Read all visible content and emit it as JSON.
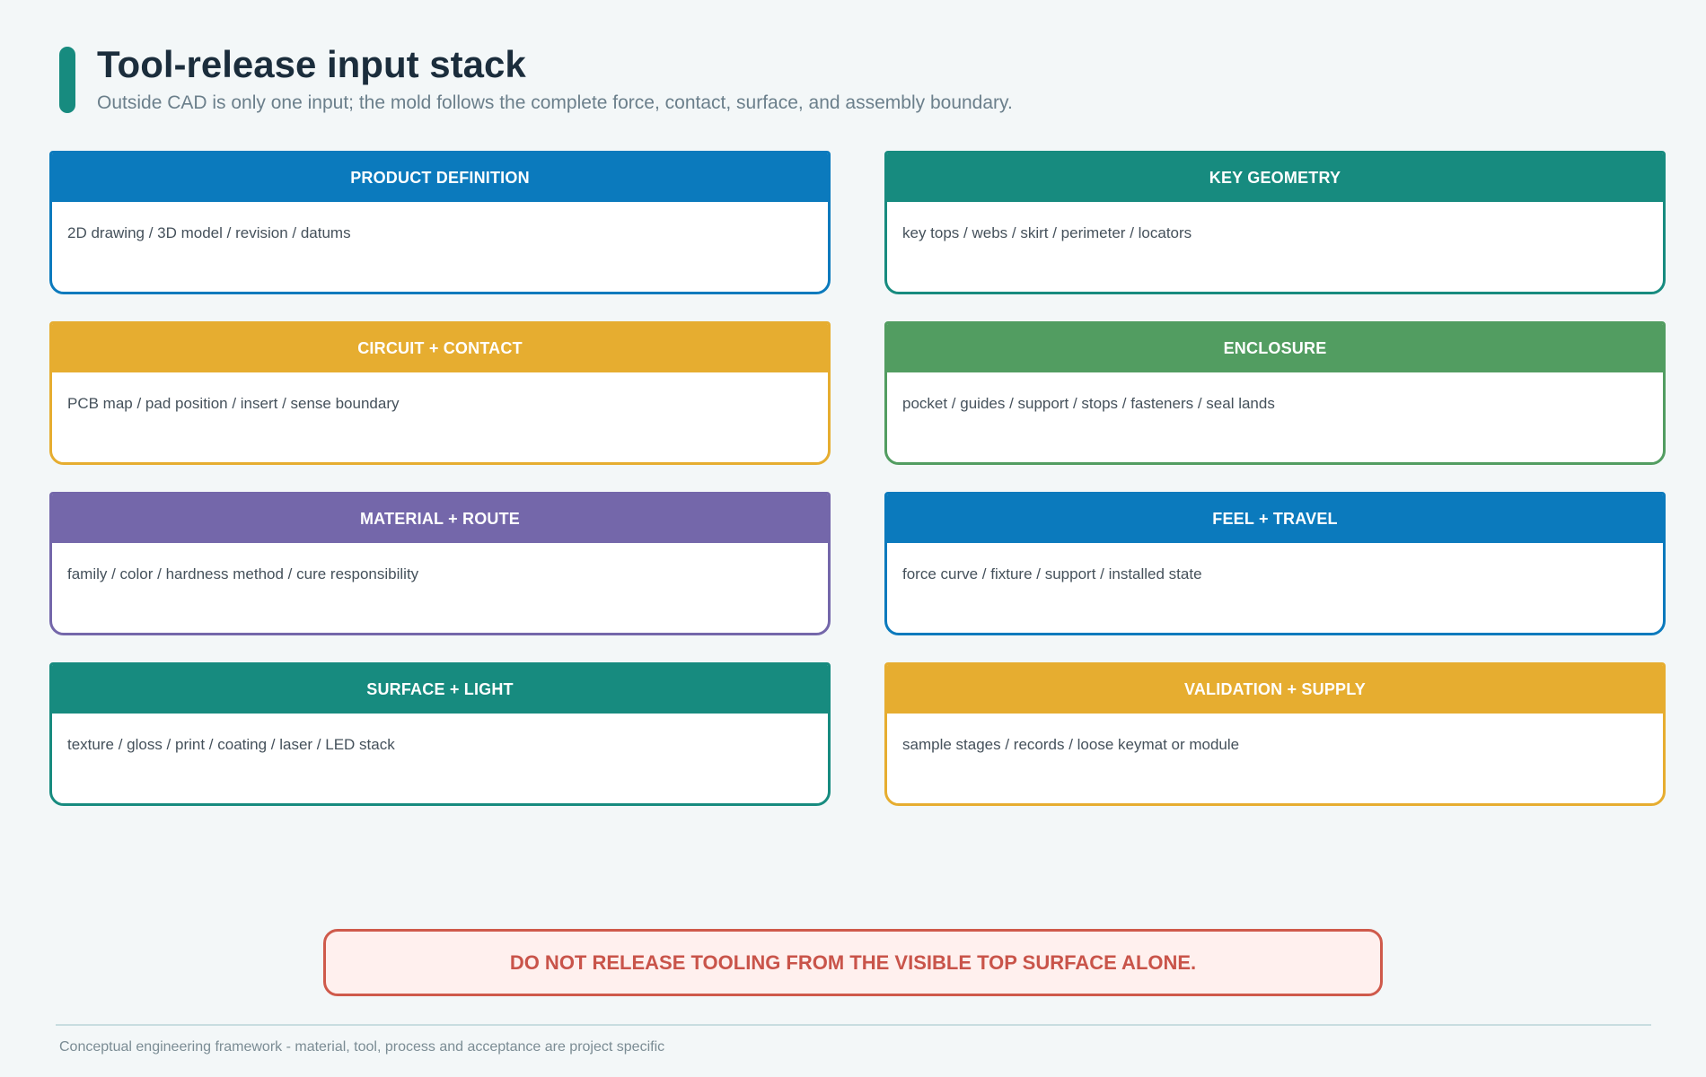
{
  "header": {
    "title": "Tool-release input stack",
    "subtitle": "Outside CAD is only one input; the mold follows the complete force, contact, surface, and assembly boundary."
  },
  "colors": {
    "blue": "#0b7abd",
    "teal": "#178b7f",
    "gold": "#e6ad30",
    "green": "#529d61",
    "purple": "#7467aa",
    "warning_red": "#cf5a4b",
    "warning_fill": "#fff0ee"
  },
  "cards": [
    {
      "title": "PRODUCT DEFINITION",
      "body": "2D drawing / 3D model / revision / datums",
      "color": "#0b7abd"
    },
    {
      "title": "KEY GEOMETRY",
      "body": "key tops / webs / skirt / perimeter / locators",
      "color": "#178b7f"
    },
    {
      "title": "CIRCUIT + CONTACT",
      "body": "PCB map / pad position / insert / sense boundary",
      "color": "#e6ad30"
    },
    {
      "title": "ENCLOSURE",
      "body": "pocket / guides / support / stops / fasteners / seal lands",
      "color": "#529d61"
    },
    {
      "title": "MATERIAL + ROUTE",
      "body": "family / color / hardness method / cure responsibility",
      "color": "#7467aa"
    },
    {
      "title": "FEEL + TRAVEL",
      "body": "force curve / fixture / support / installed state",
      "color": "#0b7abd"
    },
    {
      "title": "SURFACE + LIGHT",
      "body": "texture / gloss / print / coating / laser / LED stack",
      "color": "#178b7f"
    },
    {
      "title": "VALIDATION + SUPPLY",
      "body": "sample stages / records / loose keymat or module",
      "color": "#e6ad30"
    }
  ],
  "warning": {
    "text": "DO NOT RELEASE TOOLING FROM THE VISIBLE TOP SURFACE ALONE."
  },
  "footer": {
    "note": "Conceptual engineering framework - material, tool, process and acceptance are project specific"
  }
}
